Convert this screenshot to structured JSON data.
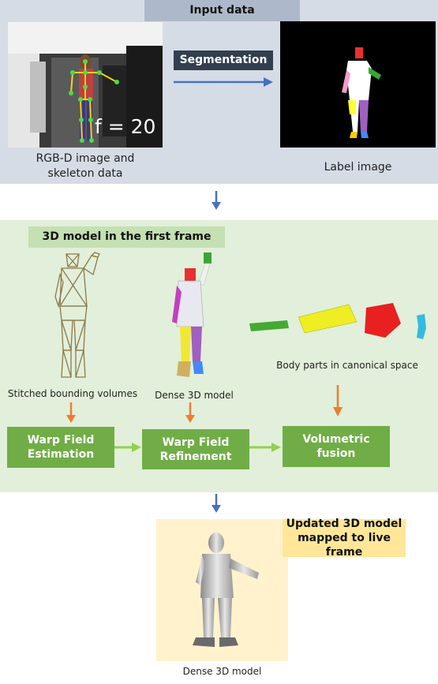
{
  "input_panel": {
    "title": "Input data",
    "rgbd_caption": "RGB-D image and\nskeleton data",
    "frame_label": "f = 20",
    "segmentation_label": "Segmentation",
    "label_caption": "Label image"
  },
  "model_panel": {
    "title": "3D model in the first frame",
    "bounding_caption": "Stitched bounding volumes",
    "dense_caption": "Dense 3D model",
    "parts_caption": "Body parts in canonical space",
    "box_warp_estimation": "Warp Field\nEstimation",
    "box_warp_refinement": "Warp Field\nRefinement",
    "box_volumetric": "Volumetric\nfusion"
  },
  "output_panel": {
    "title": "Updated 3D model\nmapped to live frame",
    "caption": "Dense 3D model"
  },
  "colors": {
    "arrow_blue": "#4472c4",
    "arrow_orange": "#ed7d31",
    "arrow_green": "#70ad47",
    "dark_box": "#333f50"
  }
}
